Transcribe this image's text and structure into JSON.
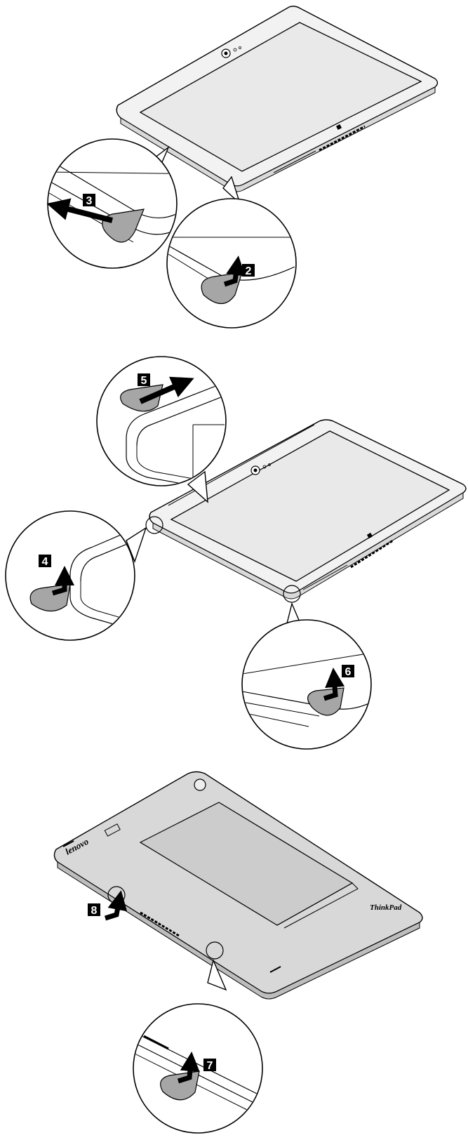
{
  "steps": {
    "s2": "2",
    "s3": "3",
    "s4": "4",
    "s5": "5",
    "s6": "6",
    "s7": "7",
    "s8": "8"
  },
  "back_cover": {
    "logo_text": "lenovo",
    "brand_text": "ThinkPad"
  },
  "colors": {
    "line": "#000000",
    "screen": "#e6e6e6",
    "body": "#cfcfcf",
    "pick": "#a6a6a6",
    "label_bg": "#000000"
  }
}
